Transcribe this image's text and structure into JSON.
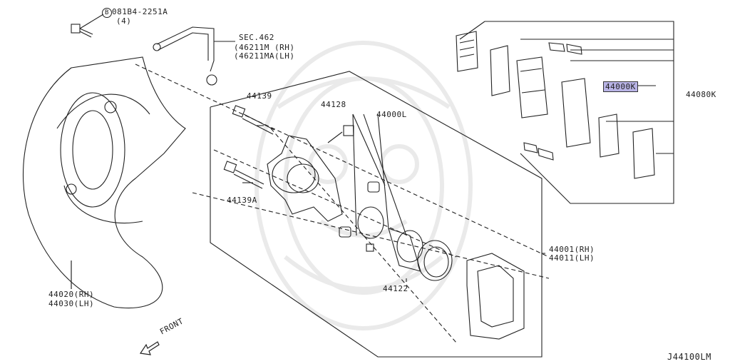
{
  "labels": {
    "bolt_circle": "B",
    "bolt_part": "081B4-2251A",
    "bolt_qty": "(4)",
    "sec": "SEC.462",
    "hose_rh": "(46211M (RH)",
    "hose_lh": "(46211MA(LH)",
    "guide_pin": "44139",
    "guide_pin_a": "44139A",
    "bleeder": "44128",
    "seal_kit": "44000L",
    "pad_kit": "44000K",
    "pad_set": "44080K",
    "caliper_rh": "44001(RH)",
    "caliper_lh": "44011(LH)",
    "piston": "44122",
    "plate_rh": "44020(RH)",
    "plate_lh": "44030(LH)",
    "front": "FRONT",
    "diagram_id": "J44100LM"
  },
  "colors": {
    "line": "#222222",
    "highlight": "#b9b4e6"
  }
}
